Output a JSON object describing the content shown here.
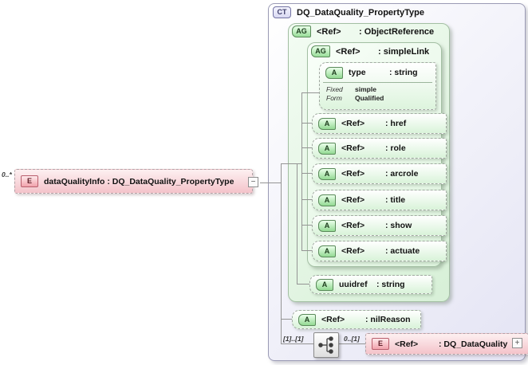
{
  "source": {
    "multiplicity": "0..*",
    "kind": "E",
    "label": "dataQualityInfo : DQ_DataQuality_PropertyType",
    "toggle": "−"
  },
  "complexType": {
    "kind": "CT",
    "title": "DQ_DataQuality_PropertyType"
  },
  "objectReference": {
    "kind": "AG",
    "name": "<Ref>",
    "type": ": ObjectReference"
  },
  "simpleLink": {
    "kind": "AG",
    "name": "<Ref>",
    "type": ": simpleLink"
  },
  "typeAttr": {
    "kind": "A",
    "name": "type",
    "type": ": string",
    "facts": [
      {
        "label": "Fixed",
        "value": "simple"
      },
      {
        "label": "Form",
        "value": "Qualified"
      }
    ]
  },
  "linkAttrs": [
    {
      "kind": "A",
      "name": "<Ref>",
      "type": ": href"
    },
    {
      "kind": "A",
      "name": "<Ref>",
      "type": ": role"
    },
    {
      "kind": "A",
      "name": "<Ref>",
      "type": ": arcrole"
    },
    {
      "kind": "A",
      "name": "<Ref>",
      "type": ": title"
    },
    {
      "kind": "A",
      "name": "<Ref>",
      "type": ": show"
    },
    {
      "kind": "A",
      "name": "<Ref>",
      "type": ": actuate"
    }
  ],
  "uuidref": {
    "kind": "A",
    "name": "uuidref",
    "type": ": string"
  },
  "nilReason": {
    "kind": "A",
    "name": "<Ref>",
    "type": ": nilReason"
  },
  "sequence": {
    "leftMultiplicity": "[1]..[1]",
    "rightMultiplicity": "0..[1]"
  },
  "dqDataQuality": {
    "kind": "E",
    "name": "<Ref>",
    "type": ": DQ_DataQuality",
    "toggle": "+"
  }
}
